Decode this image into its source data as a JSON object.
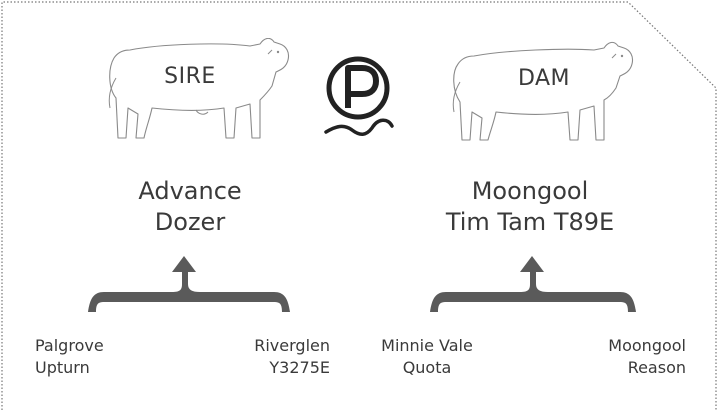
{
  "sire": {
    "label": "SIRE",
    "name_line1": "Advance",
    "name_line2": "Dozer",
    "parents": [
      {
        "line1": "Palgrove",
        "line2": "Upturn"
      },
      {
        "line1": "Riverglen",
        "line2": "Y3275E"
      }
    ]
  },
  "dam": {
    "label": "DAM",
    "name_line1": "Moongool",
    "name_line2": "Tim Tam T89E",
    "parents": [
      {
        "line1": "Minnie Vale",
        "line2": "Quota"
      },
      {
        "line1": "Moongool",
        "line2": "Reason"
      }
    ]
  },
  "logo": {
    "letter": "P"
  },
  "colors": {
    "text": "#3a3a3a",
    "arrow": "#5a5a5a",
    "outline": "#8a8a8a",
    "frame": "#777777"
  }
}
